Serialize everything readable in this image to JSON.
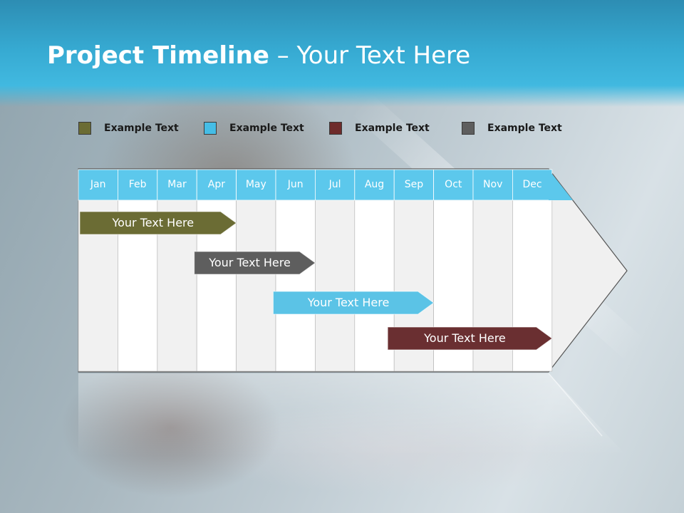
{
  "slide": {
    "title_bold": "Project Timeline",
    "title_rest": " – Your Text Here"
  },
  "legend": [
    {
      "label": "Example Text",
      "color": "#6b6c34"
    },
    {
      "label": "Example Text",
      "color": "#45bde6"
    },
    {
      "label": "Example Text",
      "color": "#6e2b2b"
    },
    {
      "label": "Example Text",
      "color": "#5e5e5e"
    }
  ],
  "months": [
    "Jan",
    "Feb",
    "Mar",
    "Apr",
    "May",
    "Jun",
    "Jul",
    "Aug",
    "Sep",
    "Oct",
    "Nov",
    "Dec"
  ],
  "tasks": [
    {
      "label": "Your  Text Here",
      "start_month": 1.0,
      "end_month": 4.0,
      "color": "#6b6c34"
    },
    {
      "label": "Your  Text Here",
      "start_month": 3.9,
      "end_month": 6.0,
      "color": "#5e5e5e"
    },
    {
      "label": "Your  Text Here",
      "start_month": 5.9,
      "end_month": 9.0,
      "color": "#5bc3e6"
    },
    {
      "label": "Your  Text Here",
      "start_month": 8.8,
      "end_month": 12.0,
      "color": "#6a2f31"
    }
  ],
  "colors": {
    "header_band": "#41b9e0",
    "month_strip": "#5cc8ec",
    "grid_column_light": "#ffffff",
    "grid_column_shade": "#f1f1f1"
  }
}
